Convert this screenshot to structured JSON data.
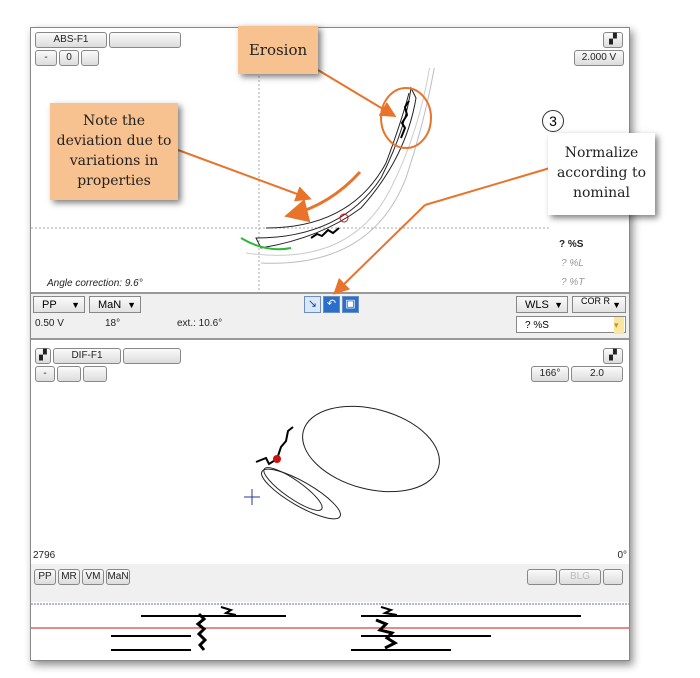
{
  "top_panel": {
    "channel": "ABS-F1",
    "button_minus": "-",
    "button_zero": "0",
    "voltage": "2.000 V",
    "angle_correction": "Angle correction: 9.6°",
    "readouts": [
      "? %S",
      "? %L",
      "? %T"
    ]
  },
  "toolbar": {
    "left_select_1": "PP",
    "left_select_2": "MaN",
    "value_voltage": "0.50 V",
    "value_angle": "18°",
    "value_ext": "ext.: 10.6°",
    "icons": [
      "normalize-icon",
      "undo-icon",
      "save-icon"
    ],
    "right_select_1": "WLS",
    "right_select_2": "COR R",
    "combo_value": "? %S"
  },
  "bottom_panel": {
    "channel": "DIF-F1",
    "button_minus": "-",
    "angle": "166°",
    "scale": "2.0",
    "left_value": "2796",
    "right_value": "0°",
    "mode_buttons": [
      "PP",
      "MR",
      "VM",
      "MaN"
    ],
    "right_button": "BLG"
  },
  "callouts": {
    "erosion": "Erosion",
    "deviation": "Note the deviation due to variations in properties",
    "step_number": "3",
    "normalize": "Normalize according to nominal"
  },
  "colors": {
    "callout": "#f7c190",
    "arrow": "#e8742c",
    "trace_green": "#2db83a",
    "centerline": "#d01010"
  }
}
